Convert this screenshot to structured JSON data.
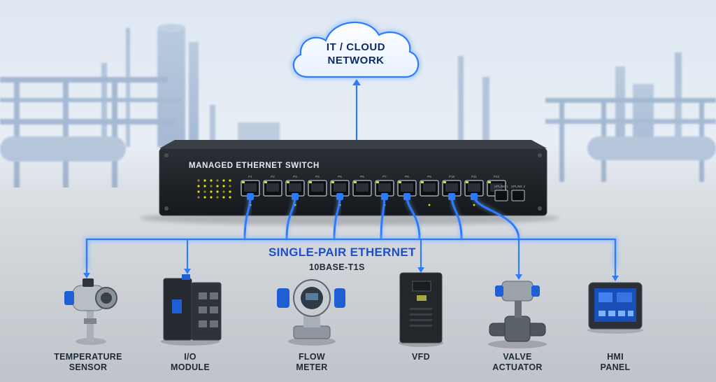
{
  "cloud": {
    "line1": "IT / CLOUD",
    "line2": "NETWORK"
  },
  "switch": {
    "title": "MANAGED ETHERNET SWITCH",
    "port_labels": [
      "P1",
      "P2",
      "P3",
      "P4",
      "P5",
      "P6",
      "P7",
      "P8",
      "P9",
      "P10",
      "P11",
      "P12"
    ],
    "uplink_labels": [
      "UPLINK 1",
      "UPLINK 2"
    ]
  },
  "spe": {
    "title": "SINGLE-PAIR ETHERNET",
    "subtitle": "10BASE-T1S"
  },
  "devices": [
    {
      "line1": "TEMPERATURE",
      "line2": "SENSOR"
    },
    {
      "line1": "I/O",
      "line2": "MODULE"
    },
    {
      "line1": "FLOW",
      "line2": "METER"
    },
    {
      "line1": "VFD",
      "line2": ""
    },
    {
      "line1": "VALVE",
      "line2": "ACTUATOR"
    },
    {
      "line1": "HMI",
      "line2": "PANEL"
    }
  ],
  "colors": {
    "accent": "#2f7bff",
    "glow": "#6fb0ff",
    "switch_body": "#1f2328",
    "led": "#e7e000",
    "title_blue": "#1d4fc9"
  }
}
